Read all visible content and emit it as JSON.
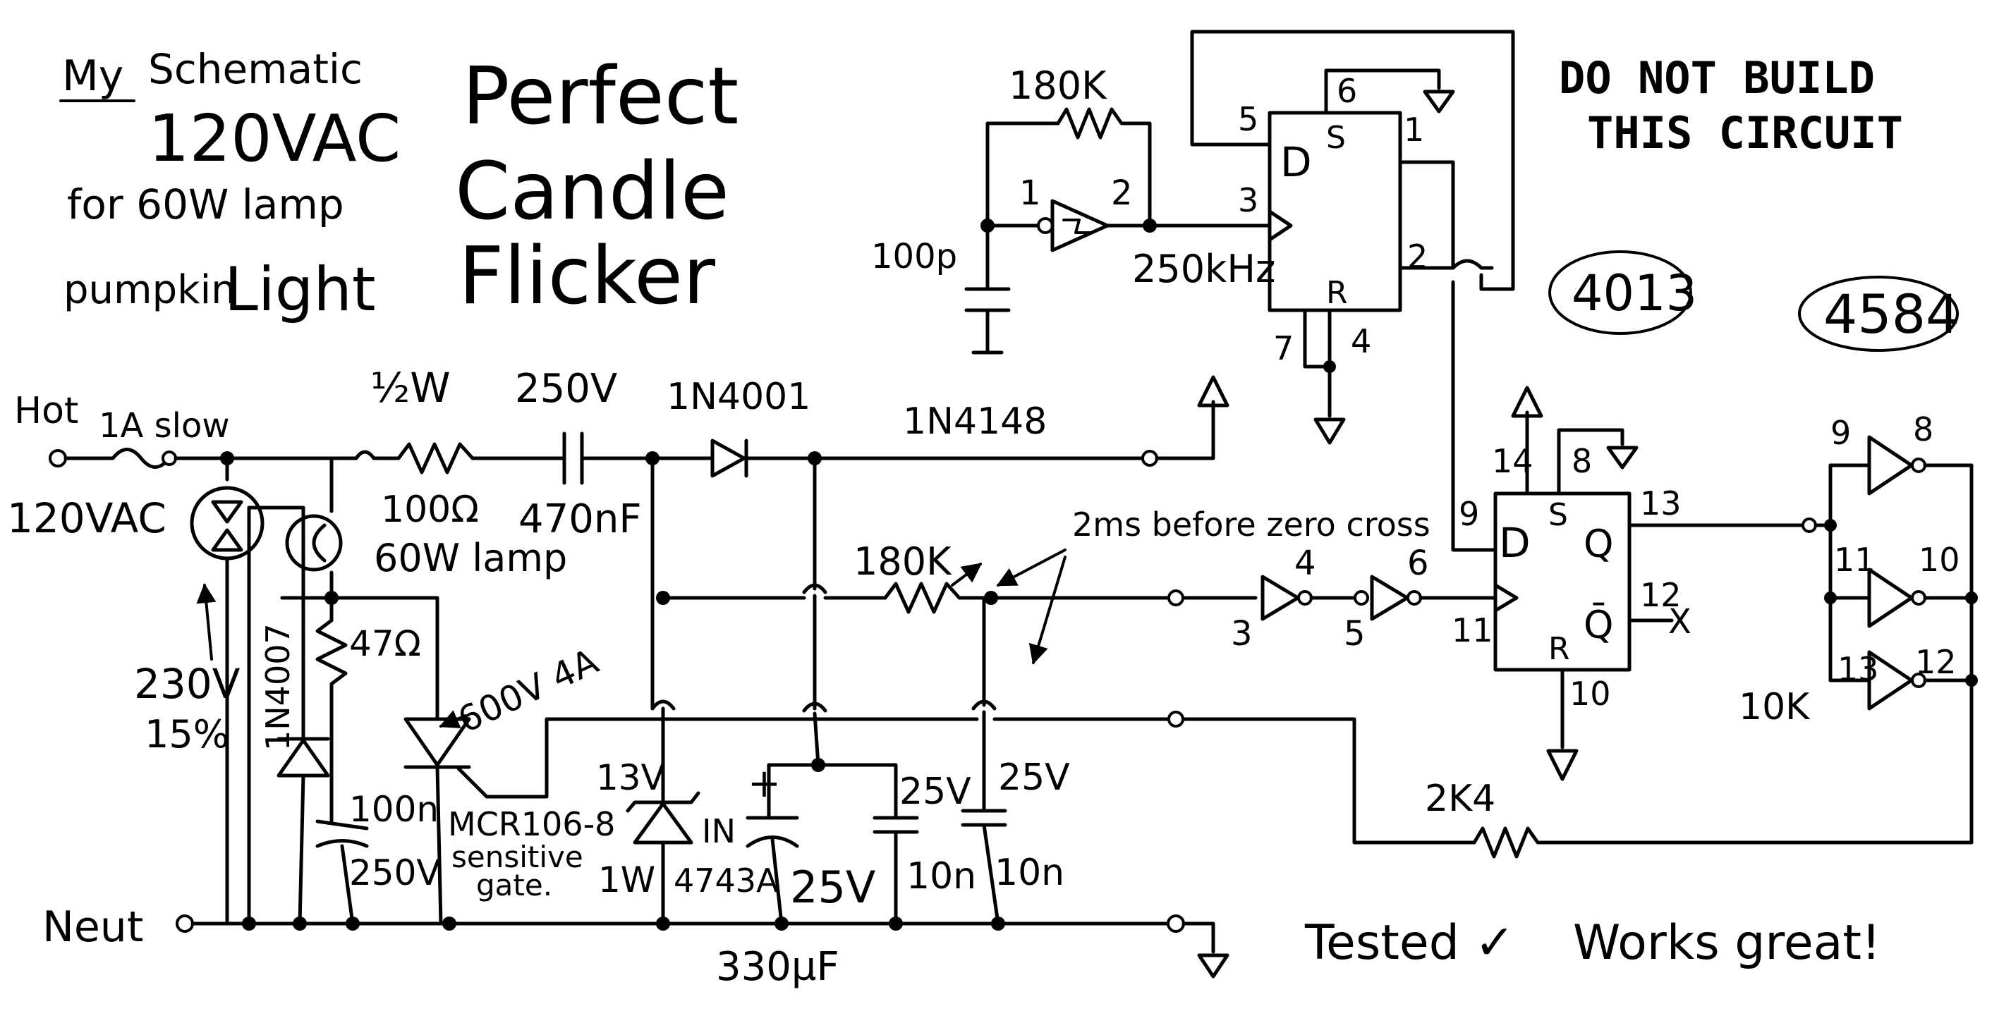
{
  "header": {
    "my_label": "My",
    "schematic_label": "Schematic",
    "voltage_label": "120VAC",
    "for_line": "for 60W lamp",
    "pumpkin_line": "pumpkin",
    "light_word": "Light",
    "title_line1": "Perfect",
    "title_line2": "Candle",
    "title_line3": "Flicker",
    "warning_line1": "DO  NOT  BUILD",
    "warning_line2": "THIS  CIRCUIT"
  },
  "chips": {
    "flipflop_part": "4013",
    "schmitt_part": "4584"
  },
  "labels": {
    "hot": "Hot",
    "fuse": "1A slow",
    "mains": "120VAC",
    "neut": "Neut",
    "resistor_power": "½W",
    "resistor_value": "100Ω",
    "cap_voltage": "250V",
    "cap_value": "470nF",
    "rectifier": "1N4001",
    "signal_diode": "1N4148",
    "lamp": "60W lamp",
    "mov_voltage": "230V",
    "mov_tolerance": "15%",
    "clamp_diode": "1N4007",
    "gate_resistor": "47Ω",
    "snubber_cap": "100n",
    "snubber_voltage": "250V",
    "scr_rating": "600V 4A",
    "scr_part": "MCR106-8",
    "scr_note1": "sensitive",
    "scr_note2": "gate.",
    "zener_voltage": "13V",
    "zener_power": "1W",
    "zener_part_a": "IN",
    "zener_part_b": "4743A",
    "bulk_cap_voltage": "25V",
    "bulk_cap_value": "330µF",
    "bypass_cap1_voltage": "25V",
    "bypass_cap1_value": "10n",
    "bypass_cap2_voltage": "25V",
    "bypass_cap2_value": "10n",
    "sense_resistor": "180K",
    "zero_cross_note": "2ms before zero cross",
    "osc_resistor": "180K",
    "osc_cap": "100p",
    "osc_freq": "250kHz",
    "feedback_resistor": "2K4",
    "pullup_resistor": "10K",
    "tested_note": "Tested ✓",
    "works_note": "Works great!"
  },
  "pins": {
    "inv_osc_in": "1",
    "inv_osc_out": "2",
    "ff1_d": "5",
    "ff1_s": "6",
    "ff1_clk": "3",
    "ff1_q": "1",
    "ff1_qbar": "2",
    "ff1_r": "4",
    "ff1_gnd": "7",
    "zc_inv1_in": "3",
    "zc_inv1_out": "4",
    "zc_inv2_in": "5",
    "zc_inv2_out": "6",
    "ff2_d": "9",
    "ff2_vdd": "14",
    "ff2_s": "8",
    "ff2_clk": "11",
    "ff2_q": "13",
    "ff2_qbar": "12",
    "ff2_r": "10",
    "buf1_in": "9",
    "buf1_out": "8",
    "buf2_in": "11",
    "buf2_out": "10",
    "buf3_in": "13",
    "buf3_out": "12"
  },
  "ff_letters": {
    "d": "D",
    "s": "S",
    "r": "R",
    "q": "Q",
    "qbar": "Q̄"
  },
  "nc_mark": "X"
}
